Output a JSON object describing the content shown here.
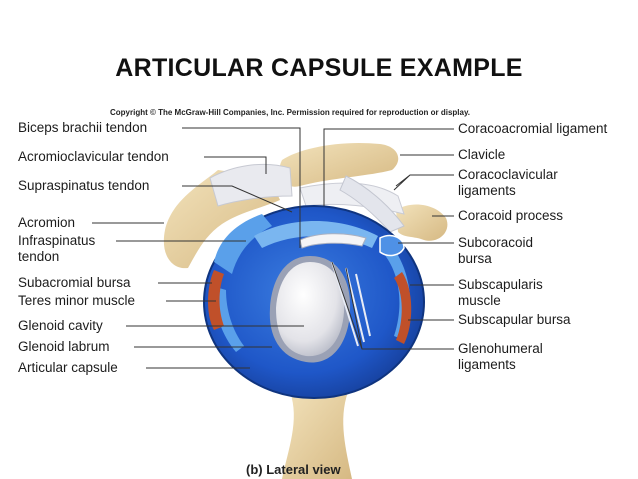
{
  "title": "ARTICULAR CAPSULE EXAMPLE",
  "copyright": "Copyright © The McGraw-Hill Companies, Inc. Permission required for reproduction or display.",
  "caption": "(b) Lateral view",
  "labels_left": [
    "Biceps brachii tendon",
    "Acromioclavicular tendon",
    "Supraspinatus tendon",
    "Acromion",
    "Infraspinatus tendon",
    "Subacromial bursa",
    "Teres minor muscle",
    "Glenoid cavity",
    "Glenoid labrum",
    "Articular capsule"
  ],
  "labels_right": [
    "Coracoacromial ligament",
    "Clavicle",
    "Coracoclavicular ligaments",
    "Coracoid process",
    "Subcoracoid bursa",
    "Subscapularis muscle",
    "Subscapular bursa",
    "Glenohumeral ligaments"
  ],
  "colors": {
    "capsule_blue": "#1f57c8",
    "muscle_light_blue": "#5aa0ea",
    "bone": "#e5cf9e",
    "bursa": "#c0502a"
  }
}
